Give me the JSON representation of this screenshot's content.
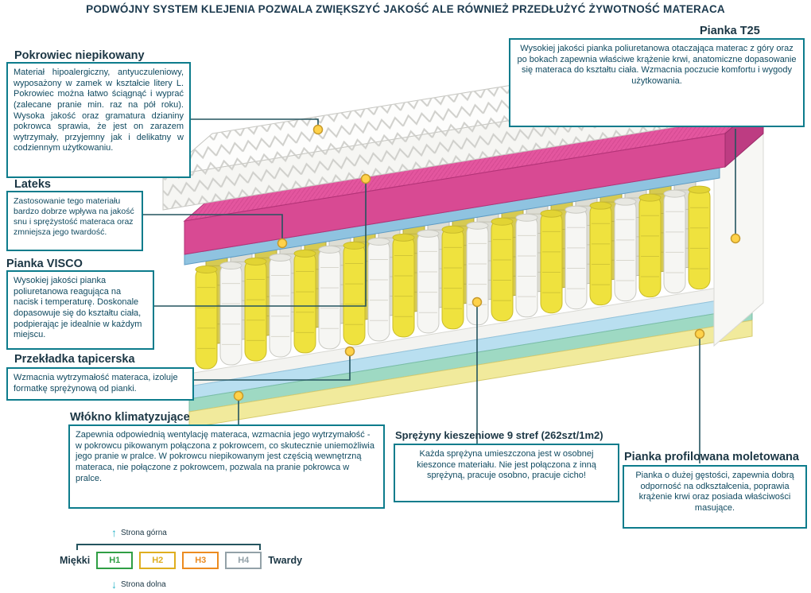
{
  "banner": {
    "text": "PODWÓJNY SYSTEM KLEJENIA POZWALA ZWIĘKSZYĆ JAKOŚĆ ALE RÓWNIEŻ PRZEDŁUŻYĆ ŻYWOTNOŚĆ MATERACA"
  },
  "callouts": {
    "pokrowiec": {
      "title": "Pokrowiec  niepikowany",
      "body": "Materiał hipoalergiczny, antyuczuleniowy, wyposażony w zamek w kształcie litery L. Pokrowiec można łatwo ściągnąć i wyprać (zalecane pranie min. raz na pół roku). Wysoka jakość oraz gramatura dzianiny pokrowca sprawia, że jest on zarazem wytrzymały, przyjemny jak i delikatny w codziennym użytkowaniu."
    },
    "lateks": {
      "title": "Lateks",
      "body": "Zastosowanie tego materiału bardzo dobrze wpływa na jakość snu i sprężystość materaca oraz zmniejsza jego twardość."
    },
    "visco": {
      "title": "Pianka VISCO",
      "body": "Wysokiej jakości pianka poliuretanowa reagująca na nacisk i temperaturę. Doskonale dopasowuje się do kształtu ciała, podpierając je idealnie w każdym miejscu."
    },
    "przekladka": {
      "title": "Przekładka tapicerska",
      "body": "Wzmacnia wytrzymałość materaca, izoluje formatkę sprężynową od pianki."
    },
    "wlokno": {
      "title": "Włókno klimatyzujące",
      "body": "Zapewnia odpowiednią wentylację materaca, wzmacnia jego wytrzymałość - w pokrowcu pikowanym połączona z pokrowcem, co skutecznie uniemożliwia jego pranie w pralce. W pokrowcu niepikowanym jest częścią wewnętrzną materaca, nie połączone z pokrowcem, pozwala na pranie pokrowca w pralce."
    },
    "t25": {
      "title": "Pianka T25",
      "body": "Wysokiej jakości pianka poliuretanowa otaczająca materac z góry oraz po bokach zapewnia właściwe krążenie krwi, anatomiczne dopasowanie się materaca do kształtu ciała. Wzmacnia poczucie komfortu i wygody użytkowania."
    },
    "sprezyny": {
      "title": "Sprężyny kieszeniowe 9 stref (262szt/1m2)",
      "body": "Każda sprężyna umieszczona jest w osobnej kieszonce materiału. Nie jest połączona z inną sprężyną, pracuje osobno, pracuje cicho!"
    },
    "profilowana": {
      "title": "Pianka profilowana moletowana",
      "body": "Pianka o dużej gęstości, zapewnia dobrą odporność na odkształcenia, poprawia krążenie krwi oraz posiada właściwości masujące."
    }
  },
  "scale": {
    "top_label": "Strona górna",
    "bottom_label": "Strona dolna",
    "left_label": "Miękki",
    "right_label": "Twardy",
    "levels": [
      {
        "label": "H1",
        "color": "#2f9e44"
      },
      {
        "label": "H2",
        "color": "#dfae1f"
      },
      {
        "label": "H3",
        "color": "#ec8b20"
      },
      {
        "label": "H4",
        "color": "#93a1a8"
      }
    ]
  },
  "mattress": {
    "springs_front_row_count": 21,
    "layers": [
      {
        "name": "quilted-cover",
        "color": "#ffffff"
      },
      {
        "name": "pink-foam-layer",
        "color": "#d84a93"
      },
      {
        "name": "blue-latex-layer",
        "color": "#8fc3e0"
      },
      {
        "name": "pocket-springs",
        "colors": [
          "#efe23e",
          "#f6f6f3"
        ]
      },
      {
        "name": "base-white-layer",
        "color": "#f3f3f0"
      },
      {
        "name": "base-blue-layer",
        "color": "#b9dff0"
      },
      {
        "name": "base-green-layer",
        "color": "#9ed9c3"
      },
      {
        "name": "base-yellow-layer",
        "color": "#f1ea9c"
      },
      {
        "name": "t25-side-foam",
        "color": "#f7f7f4"
      }
    ]
  },
  "colors": {
    "accent_border": "#0d7c8c",
    "heading_text": "#1b3644",
    "body_text": "#104a60",
    "connector_line": "#24545f",
    "marker_dot": "#ffd24a",
    "arrow": "#2cb5c8"
  }
}
